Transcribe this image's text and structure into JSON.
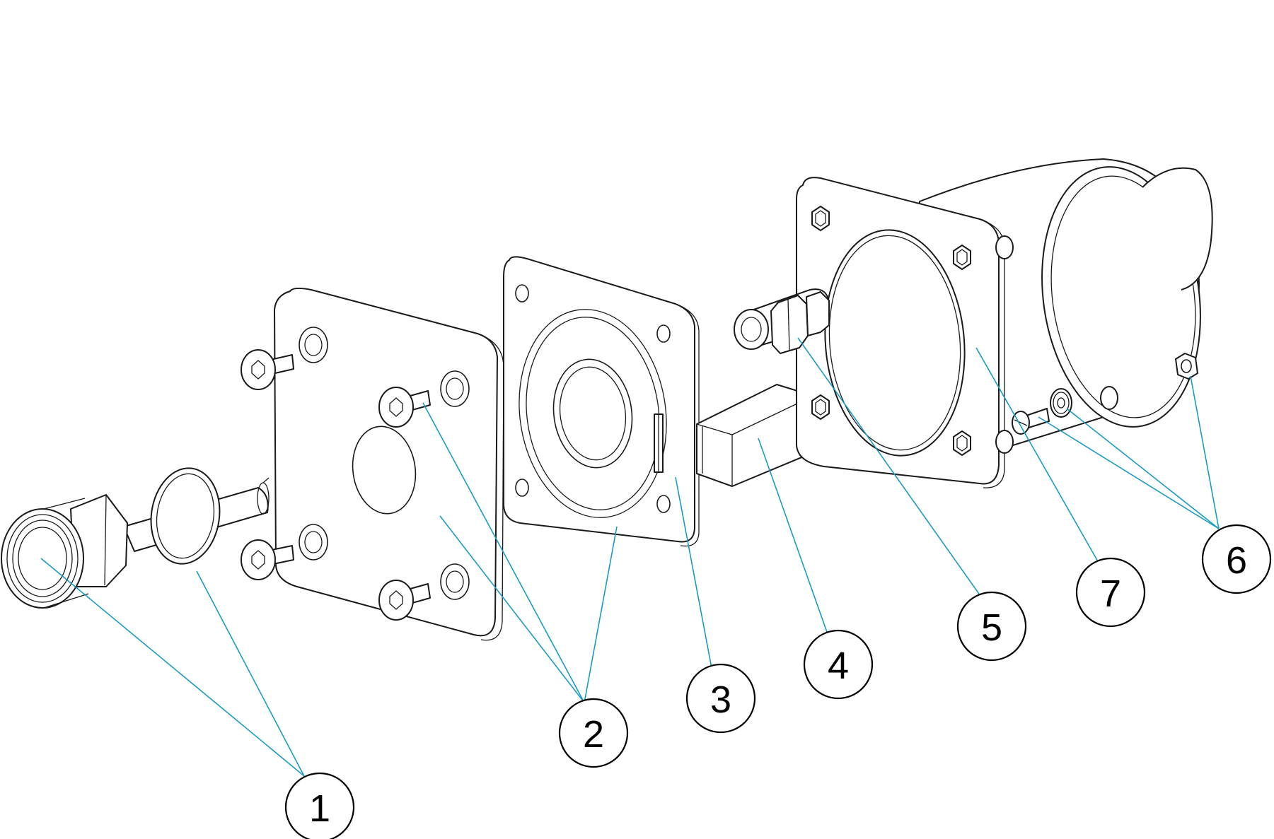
{
  "colors": {
    "leader": "#1a9bc4",
    "line": "#1a1a1a",
    "background": "#ffffff"
  },
  "callouts": [
    {
      "id": "1",
      "label": "1"
    },
    {
      "id": "2",
      "label": "2"
    },
    {
      "id": "3",
      "label": "3"
    },
    {
      "id": "4",
      "label": "4"
    },
    {
      "id": "5",
      "label": "5"
    },
    {
      "id": "6",
      "label": "6"
    },
    {
      "id": "7",
      "label": "7"
    }
  ]
}
